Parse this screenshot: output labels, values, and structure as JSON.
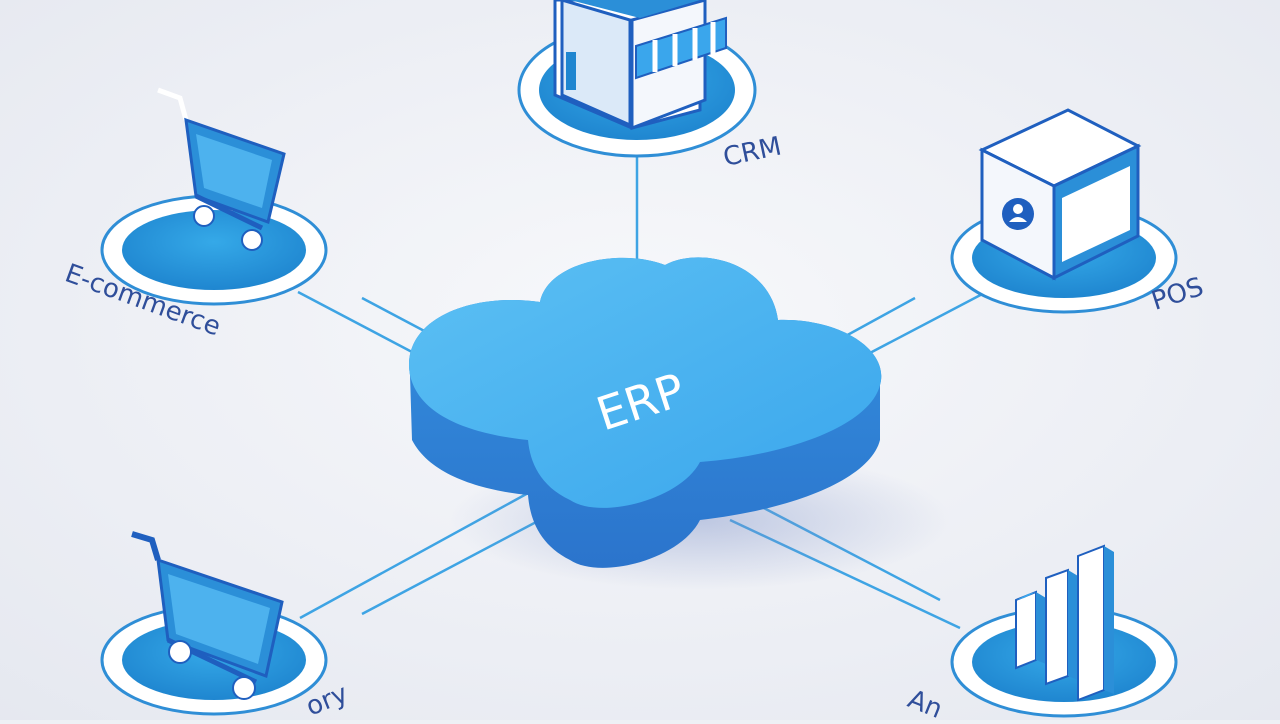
{
  "hub": {
    "label": "ERP"
  },
  "nodes": [
    {
      "id": "crm",
      "label": "CRM",
      "icon": "storefront-icon"
    },
    {
      "id": "ecommerce",
      "label": "E-commerce",
      "icon": "shopping-cart-icon"
    },
    {
      "id": "pos",
      "label": "POS",
      "icon": "pos-terminal-icon"
    },
    {
      "id": "inventory",
      "label": "ory",
      "icon": "shopping-cart-icon"
    },
    {
      "id": "analytics",
      "label": "An",
      "icon": "bar-chart-icon"
    }
  ],
  "colors": {
    "background": "#eef0f5",
    "cloud_top": "#49b3ef",
    "cloud_side": "#2f86d8",
    "disc_fill": "#2797d8",
    "disc_ring": "#ffffff",
    "connector": "#3ea4e4",
    "label_text": "#2f4e9a",
    "icon_blue": "#2b8fd8",
    "icon_dark": "#1f5fbf"
  }
}
